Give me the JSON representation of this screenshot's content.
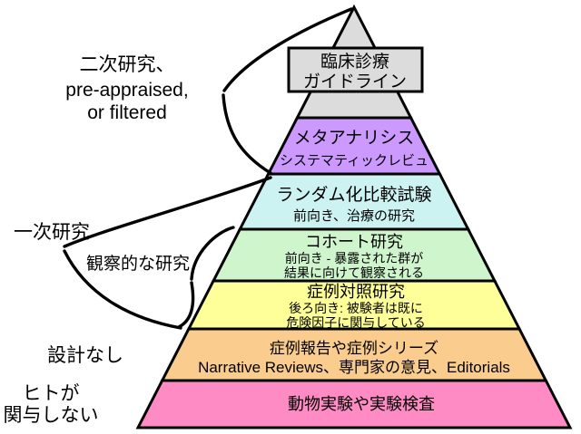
{
  "diagram_title": "evidence-hierarchy-pyramid",
  "side_labels": {
    "secondary_research": {
      "line1": "二次研究、",
      "line2": "pre-appraised,",
      "line3": "or filtered"
    },
    "primary_research": "一次研究",
    "observational_research": "観察的な研究",
    "no_design": "設計なし",
    "no_humans": {
      "line1": "ヒトが",
      "line2": "関与しない"
    }
  },
  "pyramid": {
    "outline_color": "#000000",
    "levels": [
      {
        "id": "clinical-guidelines",
        "color": "#DCDCDC",
        "lines": [
          "臨床診療",
          "ガイドライン"
        ]
      },
      {
        "id": "meta-analysis",
        "color": "#CC99FF",
        "lines": [
          "メタアナリシス",
          "システマティックレビュ"
        ]
      },
      {
        "id": "randomized-controlled-trial",
        "color": "#CCF2F2",
        "lines": [
          "ランダム化比較試験",
          "前向き、治療の研究"
        ]
      },
      {
        "id": "cohort-study",
        "color": "#CFF5CC",
        "lines": [
          "コホート研究",
          "前向き - 暴露された群が",
          "結果に向けて観察される"
        ]
      },
      {
        "id": "case-control-study",
        "color": "#FFFF99",
        "lines": [
          "症例対照研究",
          "後ろ向き: 被験者は既に",
          "危険因子に関与している"
        ]
      },
      {
        "id": "case-reports",
        "color": "#FACC8E",
        "lines": [
          "症例報告や症例シリーズ",
          "Narrative Reviews、専門家の意見、Editorials"
        ]
      },
      {
        "id": "animal-research",
        "color": "#FF8BC5",
        "lines": [
          "動物実験や実験検査"
        ]
      }
    ]
  }
}
